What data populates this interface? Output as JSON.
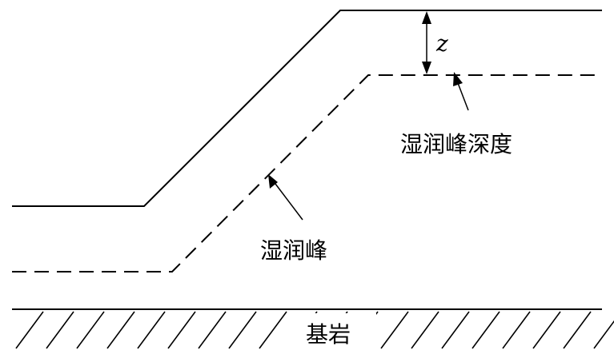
{
  "labels": {
    "depth_symbol": "z",
    "wetting_front_depth": "湿润峰深度",
    "wetting_front": "湿润峰",
    "bedrock": "基岩"
  },
  "colors": {
    "line": "#000000",
    "background": "#ffffff"
  }
}
